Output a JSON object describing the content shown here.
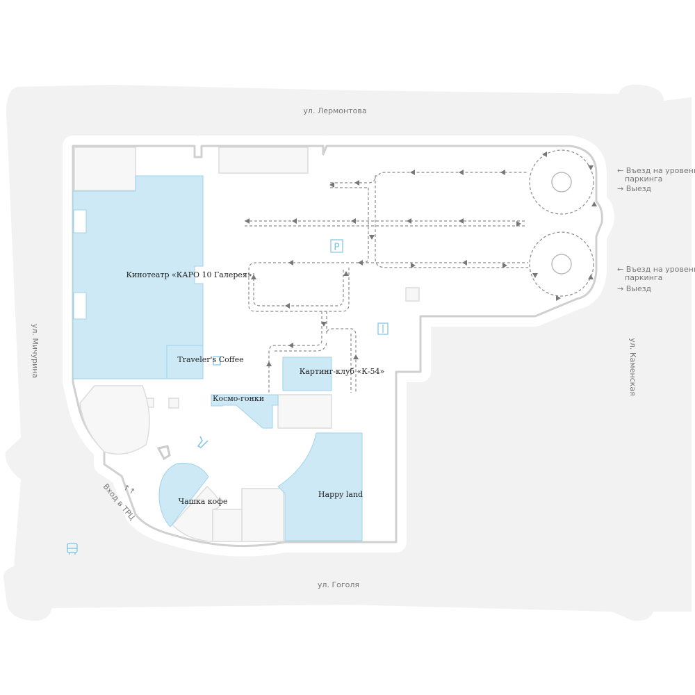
{
  "streets": {
    "top": "ул. Лермонтова",
    "bottom": "ул. Гоголя",
    "left": "ул. Мичурина",
    "right": "ул. Каменская"
  },
  "parking_notes": [
    {
      "entry": "← Въезд на уровень",
      "entry2": "паркинга",
      "exit": "→ Выезд"
    },
    {
      "entry": "← Въезд на уровень",
      "entry2": "паркинга",
      "exit": "→ Выезд"
    }
  ],
  "entrance": {
    "label": "Вход в ТРЦ",
    "arrows": "↑↑"
  },
  "stores": {
    "cinema": "Кинотеатр «КАРО 10 Галерея»",
    "coffee": "Traveler's Coffee",
    "karting": "Картинг-клуб «К-54»",
    "kosmo": "Космо-гонки",
    "happyland": "Happy land",
    "chashka": "Чашка кофе"
  },
  "icons": {
    "parking": "P"
  },
  "colors": {
    "shop": "#cde9f5",
    "road": "#f2f2f2",
    "outline": "#d0d0d0",
    "accent": "#7cc5e3"
  }
}
